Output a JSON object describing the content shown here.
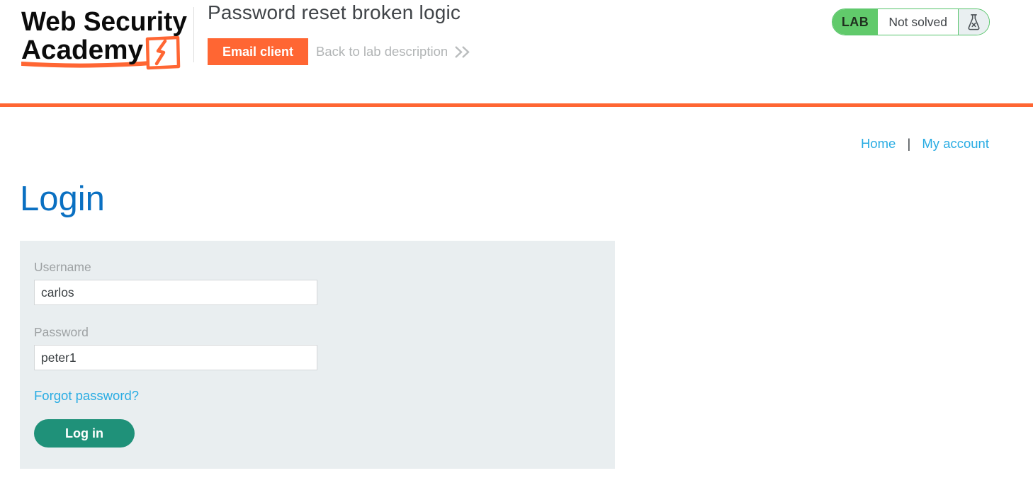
{
  "header": {
    "logo": {
      "line1": "Web Security",
      "line2": "Academy"
    },
    "title": "Password reset broken logic",
    "email_client_button": "Email client",
    "back_link": "Back to lab description",
    "lab_badge": {
      "label": "LAB",
      "status": "Not solved"
    }
  },
  "nav": {
    "home": "Home",
    "separator": "|",
    "my_account": "My account"
  },
  "main": {
    "heading": "Login",
    "form": {
      "username_label": "Username",
      "username_value": "carlos",
      "password_label": "Password",
      "password_value": "peter1",
      "forgot_password_link": "Forgot password?",
      "login_button": "Log in"
    }
  },
  "icons": {
    "lightning_box": "lightning-box-icon",
    "double_chevron": "double-chevron-icon",
    "flask": "flask-not-solved-icon"
  },
  "colors": {
    "brand_orange": "#ff6633",
    "heading_blue": "#0a70c2",
    "link_blue": "#29ace3",
    "button_teal": "#1f9179",
    "badge_green": "#61ca6b",
    "form_background": "#e9eef0",
    "title_gray": "#404448",
    "muted_gray": "#b1b4b5"
  }
}
